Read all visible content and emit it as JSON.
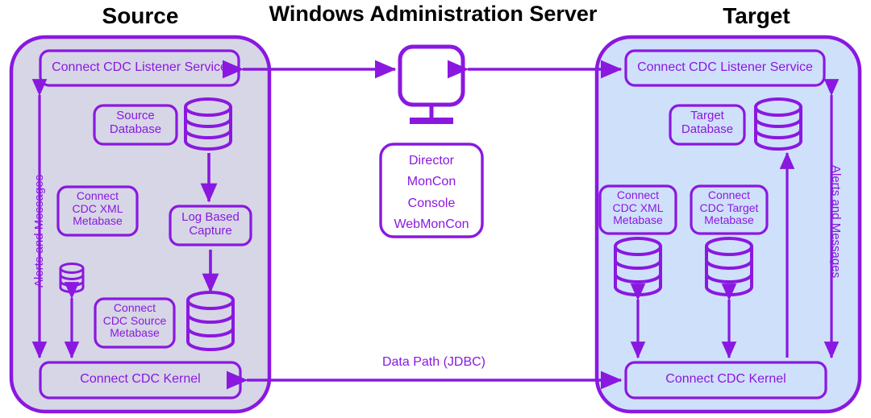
{
  "headers": {
    "source": "Source",
    "center": "Windows Administration Server",
    "target": "Target"
  },
  "colors": {
    "stroke": "#8a18e0",
    "source_panel_fill": "#d6d6e6",
    "target_panel_fill": "#cfe0fb",
    "header_text": "#000000",
    "label_text": "#8a18e0",
    "background": "#ffffff"
  },
  "source_panel": {
    "listener_service": "Connect CDC Listener Service",
    "source_database": "Source\nDatabase",
    "cdc_xml_metabase": "Connect\nCDC XML\nMetabase",
    "log_based_capture": "Log Based\nCapture",
    "cdc_source_metabase": "Connect\nCDC Source\nMetabase",
    "kernel": "Connect CDC Kernel",
    "alerts_label": "Alerts and Messages",
    "cylinders": [
      "source-database-cylinder",
      "source-metabase-small-cylinder",
      "capture-store-cylinder"
    ]
  },
  "center_panel": {
    "monitor_icon": "monitor-icon",
    "tools": "Director\nMonCon\nConsole\nWebMonCon",
    "tool_list": [
      "Director",
      "MonCon",
      "Console",
      "WebMonCon"
    ]
  },
  "target_panel": {
    "listener_service": "Connect CDC Listener Service",
    "target_database": "Target\nDatabase",
    "cdc_xml_metabase": "Connect\nCDC XML\nMetabase",
    "cdc_target_metabase": "Connect\nCDC Target\nMetabase",
    "kernel": "Connect CDC Kernel",
    "alerts_label": "Alerts and Messages",
    "cylinders": [
      "target-database-cylinder",
      "target-xml-metabase-cylinder",
      "target-metabase-cylinder"
    ]
  },
  "connections": {
    "data_path": "Data Path (JDBC)",
    "source_to_server": "bidirectional-arrow",
    "server_to_target": "bidirectional-arrow",
    "kernel_to_kernel": "bidirectional-arrow"
  }
}
